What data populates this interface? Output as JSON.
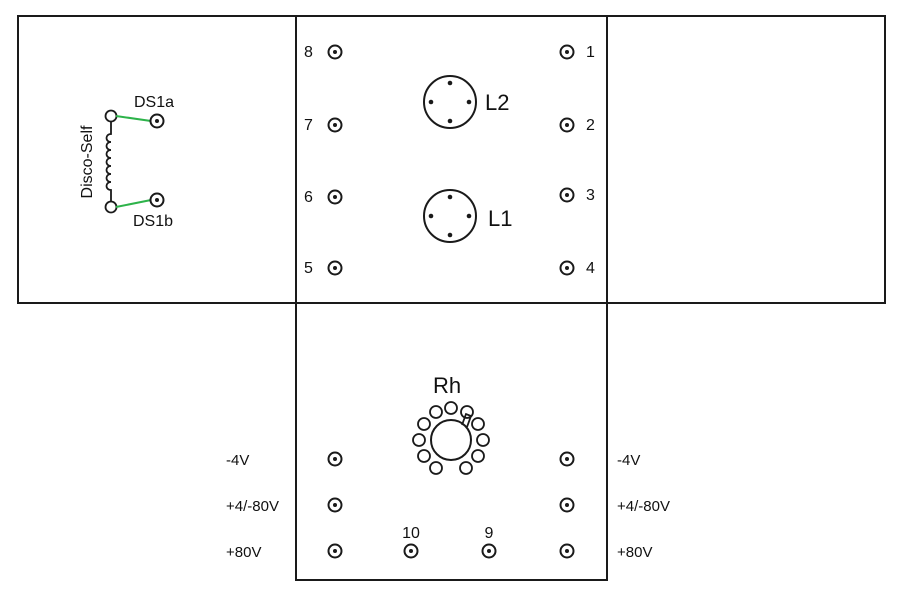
{
  "colors": {
    "line": "#1a1a1a",
    "wire": "#2db34a",
    "background": "#ffffff"
  },
  "left_panel": {
    "inductor_label": "Disco-Self",
    "terminal_a": "DS1a",
    "terminal_b": "DS1b"
  },
  "center_top": {
    "pins": [
      "8",
      "7",
      "6",
      "5",
      "1",
      "2",
      "3",
      "4"
    ],
    "socket_top": "L2",
    "socket_bottom": "L1"
  },
  "center_bottom": {
    "rheostat_label": "Rh",
    "left_labels": [
      "-4V",
      "+4/-80V",
      "+80V"
    ],
    "right_labels": [
      "-4V",
      "+4/-80V",
      "+80V"
    ],
    "pin_left": "10",
    "pin_right": "9"
  }
}
